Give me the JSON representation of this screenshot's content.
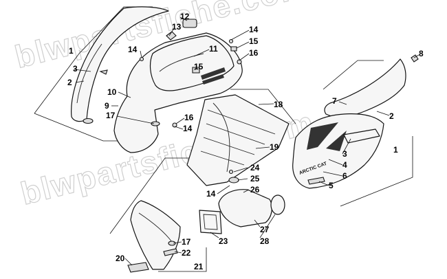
{
  "watermark": {
    "text": "blwpartsfiche.com",
    "text_lower": "blwpartsfiche.com"
  },
  "decal": {
    "brand": "ARCTIC CAT"
  },
  "callouts": [
    {
      "id": "c1a",
      "label": "1"
    },
    {
      "id": "c3a",
      "label": "3"
    },
    {
      "id": "c2a",
      "label": "2"
    },
    {
      "id": "c10",
      "label": "10"
    },
    {
      "id": "c9",
      "label": "9"
    },
    {
      "id": "c17a",
      "label": "17"
    },
    {
      "id": "c12",
      "label": "12"
    },
    {
      "id": "c13",
      "label": "13"
    },
    {
      "id": "c14a",
      "label": "14"
    },
    {
      "id": "c11",
      "label": "11"
    },
    {
      "id": "c15a",
      "label": "15"
    },
    {
      "id": "c14b",
      "label": "14"
    },
    {
      "id": "c15b",
      "label": "15"
    },
    {
      "id": "c16a",
      "label": "16"
    },
    {
      "id": "c8",
      "label": "8"
    },
    {
      "id": "c7",
      "label": "7"
    },
    {
      "id": "c2b",
      "label": "2"
    },
    {
      "id": "c18",
      "label": "18"
    },
    {
      "id": "c16b",
      "label": "16"
    },
    {
      "id": "c14c",
      "label": "14"
    },
    {
      "id": "c19",
      "label": "19"
    },
    {
      "id": "c1b",
      "label": "1"
    },
    {
      "id": "c3b",
      "label": "3"
    },
    {
      "id": "c4",
      "label": "4"
    },
    {
      "id": "c6",
      "label": "6"
    },
    {
      "id": "c5",
      "label": "5"
    },
    {
      "id": "c24",
      "label": "24"
    },
    {
      "id": "c25",
      "label": "25"
    },
    {
      "id": "c26",
      "label": "26"
    },
    {
      "id": "c14d",
      "label": "14"
    },
    {
      "id": "c27",
      "label": "27"
    },
    {
      "id": "c23",
      "label": "23"
    },
    {
      "id": "c28",
      "label": "28"
    },
    {
      "id": "c17b",
      "label": "17"
    },
    {
      "id": "c22",
      "label": "22"
    },
    {
      "id": "c20",
      "label": "20"
    },
    {
      "id": "c21",
      "label": "21"
    }
  ]
}
